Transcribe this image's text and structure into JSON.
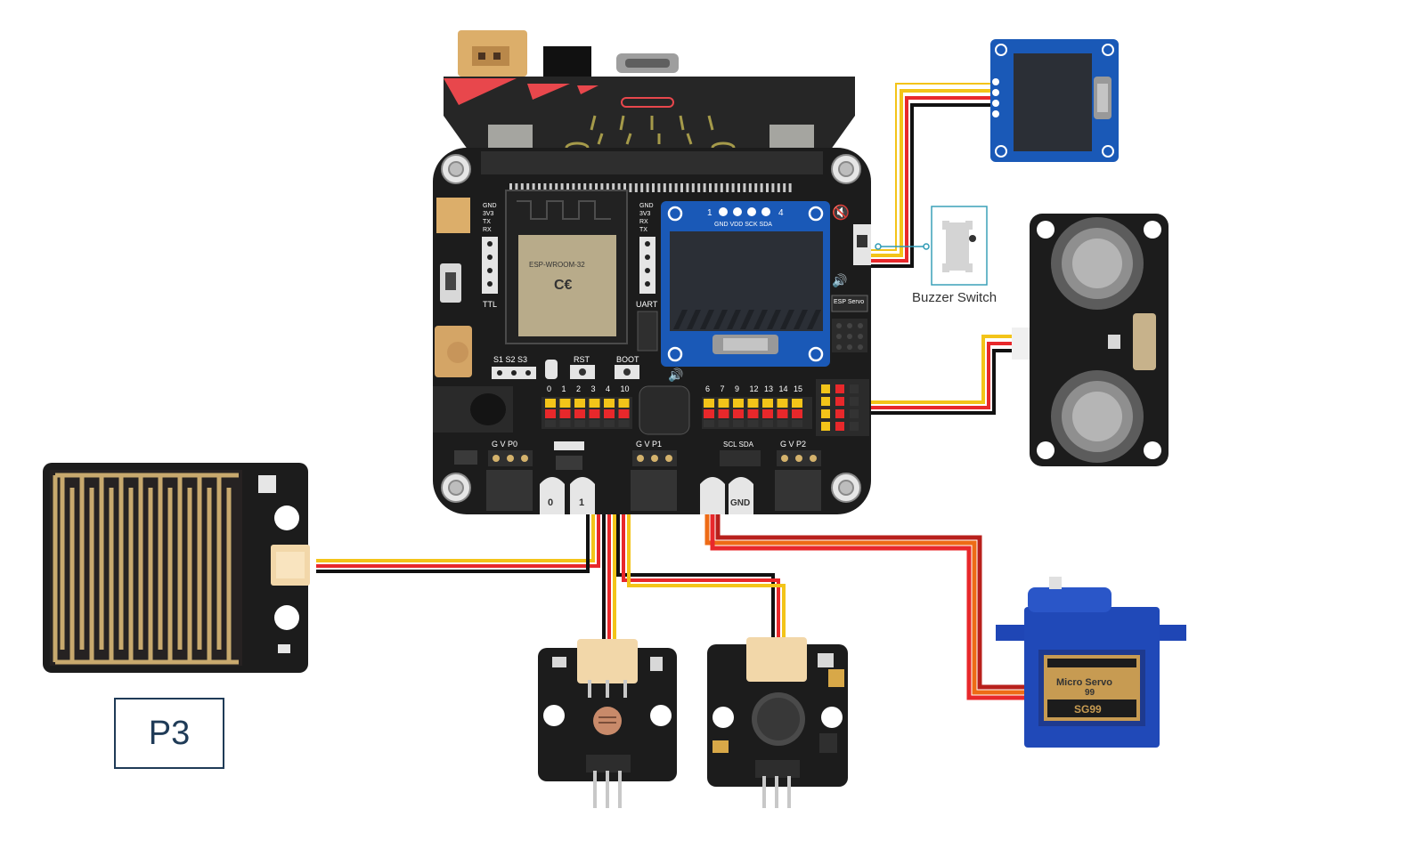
{
  "main_board": {
    "pin_numbers_left": [
      "0",
      "1",
      "2",
      "3",
      "4",
      "10"
    ],
    "pin_numbers_right": [
      "6",
      "7",
      "9",
      "12",
      "13",
      "14",
      "15"
    ],
    "uart_left": [
      "GND",
      "3V3",
      "TX",
      "RX"
    ],
    "uart_right": [
      "GND",
      "3V3",
      "RX",
      "TX"
    ],
    "ttl_label": "TTL",
    "uart_label": "UART",
    "servo_label": "S1 S2 S3",
    "rst_label": "RST",
    "boot_label": "BOOT",
    "esp_module_label": "ESP-WROOM-32",
    "oled_pin_numbers": [
      "1",
      "4"
    ],
    "oled_pin_names": "GND VDD SCK SDA",
    "esp_servo_label": "ESP Servo",
    "header_gvp0": "G V P0",
    "header_gvp1": "G V P1",
    "header_gvp2": "G V P2",
    "header_scl_sda": "SCL SDA",
    "pad_0": "0",
    "pad_1": "1",
    "pad_gnd": "GND"
  },
  "buzzer_switch": {
    "label": "Buzzer Switch"
  },
  "rain_sensor": {
    "port_label": "P3"
  },
  "servo": {
    "line1": "Micro Servo",
    "line2": "99",
    "model": "SG99"
  },
  "colors": {
    "board": "#1c1c1c",
    "wire_black": "#111111",
    "wire_red": "#e8282b",
    "wire_yellow": "#f3c419",
    "wire_orange": "#ee6b16",
    "oled_blue": "#1a59b7",
    "servo_blue": "#1f46b5",
    "sensor_gold": "#c8a96e"
  }
}
